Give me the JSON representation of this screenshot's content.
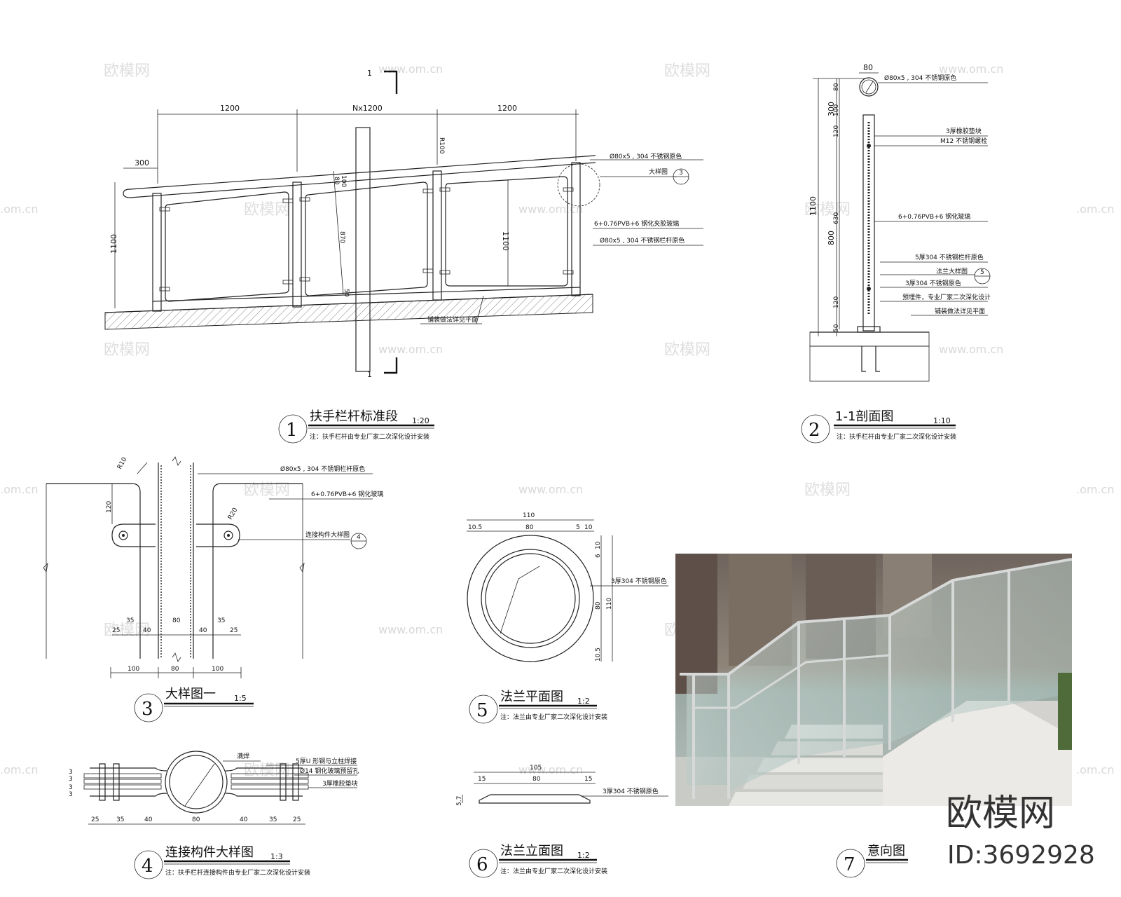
{
  "watermark": {
    "brand": "欧模网",
    "url": "www.om.cn",
    "url_partial": ".om.cn"
  },
  "branding": {
    "logo": "欧模网",
    "id": "ID:3692928"
  },
  "detail1": {
    "num": "1",
    "title": "扶手栏杆标准段",
    "scale": "1:20",
    "note": "注：扶手栏杆由专业厂家二次深化设计安装",
    "section_mark": "1",
    "dims": {
      "d1": "1200",
      "d2": "Nx1200",
      "d3": "1200",
      "overhang": "300",
      "height": "1100",
      "r100": "R100",
      "g80": "80",
      "g100": "100",
      "g870": "870",
      "g50": "50",
      "h1100": "1100"
    },
    "labels": {
      "rail": "Ø80x5 , 304 不锈钢原色",
      "detail_ref": "大样图",
      "glass": "6+0.76PVB+6  钢化夹胶玻璃",
      "post": "Ø80x5 , 304 不锈钢栏杆原色",
      "base": "铺装做法详见平面"
    },
    "ref_num": "3"
  },
  "detail2": {
    "num": "2",
    "title": "1-1剖面图",
    "scale": "1:10",
    "note": "注：扶手栏杆由专业厂家二次深化设计安装",
    "dims": {
      "top": "80",
      "h1100": "1100",
      "d300": "300",
      "d800": "800",
      "d80": "80",
      "d100": "100",
      "d120a": "120",
      "d630": "630",
      "d120b": "120",
      "d50": "50"
    },
    "labels": {
      "rail": "Ø80x5 , 304 不锈钢原色",
      "rubber": "3厚橡胶垫块",
      "bolt": "M12 不锈钢螺栓",
      "glass": "6+0.76PVB+6  钢化玻璃",
      "post": "5厚304 不锈钢栏杆原色",
      "flange": "法兰大样图",
      "plate": "3厚304 不锈钢原色",
      "embed": "预埋件，专业厂家二次深化设计",
      "base": "铺装做法详见平面"
    },
    "ref_num": "5"
  },
  "detail3": {
    "num": "3",
    "title": "大样图一",
    "scale": "1:5",
    "dims": {
      "r10": "R10",
      "r20": "R20",
      "h120": "120",
      "a35": "35",
      "b80": "80",
      "c35": "35",
      "d25": "25",
      "e40": "40",
      "f40": "40",
      "g25": "25",
      "h100": "100",
      "i80": "80",
      "j100": "100"
    },
    "labels": {
      "rail": "Ø80x5 , 304 不锈钢栏杆原色",
      "glass": "6+0.76PVB+6  钢化玻璃",
      "connector": "连接构件大样图"
    },
    "ref_num": "4"
  },
  "detail4": {
    "num": "4",
    "title": "连接构件大样图",
    "scale": "1:3",
    "note": "注：扶手栏杆连接构件由专业厂家二次深化设计安装",
    "dims": [
      "25",
      "35",
      "40",
      "80",
      "40",
      "35",
      "25"
    ],
    "side_dims": [
      "3",
      "3",
      "3",
      "3"
    ],
    "labels": {
      "weld": "满焊",
      "ushape": "5厚U 形钢与立柱焊接",
      "glass_hole": "Ø14 钢化玻璃预留孔",
      "rubber": "3厚橡胶垫块"
    }
  },
  "detail5": {
    "num": "5",
    "title": "法兰平面图",
    "scale": "1:2",
    "note": "注：法兰由专业厂家二次深化设计安装",
    "dims": {
      "w110": "110",
      "a105": "10.5",
      "b80": "80",
      "c5": "5",
      "d10": "10",
      "v10a": "10",
      "v6": "6",
      "v80": "80",
      "v110": "110",
      "v105": "10.5"
    },
    "labels": {
      "plate": "3厚304 不锈钢原色"
    }
  },
  "detail6": {
    "num": "6",
    "title": "法兰立面图",
    "scale": "1:2",
    "note": "注：法兰由专业厂家二次深化设计安装",
    "dims": {
      "w105": "105",
      "a15": "15",
      "b80": "80",
      "c15": "15",
      "h57": "5.7"
    },
    "labels": {
      "plate": "3厚304 不锈钢原色"
    }
  },
  "detail7": {
    "num": "7",
    "title": "意向图"
  }
}
